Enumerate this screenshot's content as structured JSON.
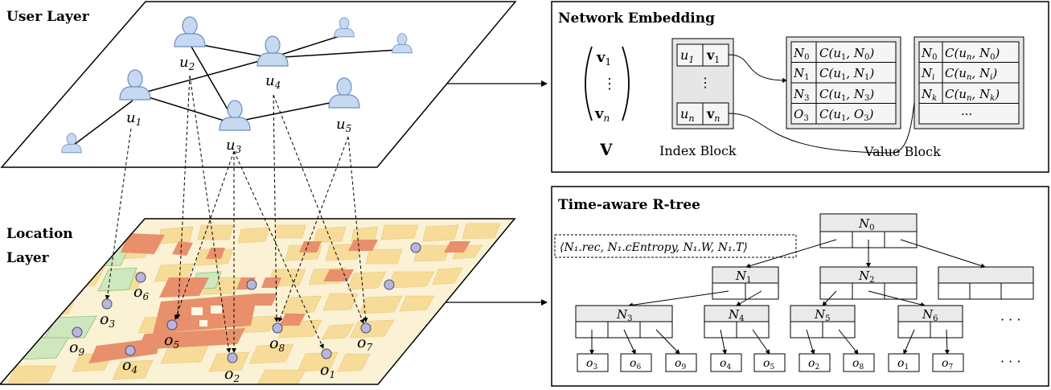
{
  "labels": {
    "user_layer": "User Layer",
    "location_layer_line1": "Location",
    "location_layer_line2": "Layer",
    "network_embedding": "Network Embedding",
    "time_aware_rtree": "Time-aware R-tree",
    "index_block": "Index Block",
    "value_block": "Value Block",
    "matrix_name": "V"
  },
  "users": [
    {
      "id": "u1",
      "sub": "1"
    },
    {
      "id": "u2",
      "sub": "2"
    },
    {
      "id": "u3",
      "sub": "3"
    },
    {
      "id": "u4",
      "sub": "4"
    },
    {
      "id": "u5",
      "sub": "5"
    }
  ],
  "locations": [
    {
      "id": "o1",
      "sub": "1"
    },
    {
      "id": "o2",
      "sub": "2"
    },
    {
      "id": "o3",
      "sub": "3"
    },
    {
      "id": "o4",
      "sub": "4"
    },
    {
      "id": "o5",
      "sub": "5"
    },
    {
      "id": "o6",
      "sub": "6"
    },
    {
      "id": "o7",
      "sub": "7"
    },
    {
      "id": "o8",
      "sub": "8"
    },
    {
      "id": "o9",
      "sub": "9"
    }
  ],
  "matrix": {
    "top": "v",
    "top_sub": "1",
    "dots": "⋮",
    "bottom": "v",
    "bottom_sub": "n"
  },
  "index_block": {
    "rows": [
      {
        "u": "u",
        "u_sub": "1",
        "v": "v",
        "v_sub": "1"
      },
      {
        "u": "u",
        "u_sub": "n",
        "v": "v",
        "v_sub": "n"
      }
    ],
    "dots": "⋮"
  },
  "value_block_1": [
    {
      "node": "N",
      "node_sub": "0",
      "cost": "C(u",
      "cost_u": "1",
      "cost_n": "N",
      "cost_sub": "0"
    },
    {
      "node": "N",
      "node_sub": "1",
      "cost": "C(u",
      "cost_u": "1",
      "cost_n": "N",
      "cost_sub": "1"
    },
    {
      "node": "N",
      "node_sub": "3",
      "cost": "C(u",
      "cost_u": "1",
      "cost_n": "N",
      "cost_sub": "3"
    },
    {
      "node": "O",
      "node_sub": "3",
      "cost": "C(u",
      "cost_u": "1",
      "cost_n": "O",
      "cost_sub": "3"
    }
  ],
  "value_block_2": [
    {
      "node": "N",
      "node_sub": "0",
      "cost": "C(u",
      "cost_u": "n",
      "cost_n": "N",
      "cost_sub": "0"
    },
    {
      "node": "N",
      "node_sub": "i",
      "cost": "C(u",
      "cost_u": "n",
      "cost_n": "N",
      "cost_sub": "i"
    },
    {
      "node": "N",
      "node_sub": "k",
      "cost": "C(u",
      "cost_u": "n",
      "cost_n": "N",
      "cost_sub": "k"
    }
  ],
  "value_block_2_dots": "···",
  "entry_tuple": "⟨N₁.rec, N₁.cEntropy, N₁.W, N₁.T⟩",
  "rtree": {
    "root": {
      "name": "N",
      "sub": "0"
    },
    "level1": [
      {
        "name": "N",
        "sub": "1"
      },
      {
        "name": "N",
        "sub": "2"
      },
      {
        "name": "",
        "sub": ""
      }
    ],
    "level2": [
      {
        "name": "N",
        "sub": "3",
        "leaves": [
          {
            "o": "o",
            "s": "3"
          },
          {
            "o": "o",
            "s": "6"
          },
          {
            "o": "o",
            "s": "9"
          }
        ]
      },
      {
        "name": "N",
        "sub": "4",
        "leaves": [
          {
            "o": "o",
            "s": "4"
          },
          {
            "o": "o",
            "s": "5"
          }
        ]
      },
      {
        "name": "N",
        "sub": "5",
        "leaves": [
          {
            "o": "o",
            "s": "2"
          },
          {
            "o": "o",
            "s": "8"
          }
        ]
      },
      {
        "name": "N",
        "sub": "6",
        "leaves": [
          {
            "o": "o",
            "s": "1"
          },
          {
            "o": "o",
            "s": "7"
          }
        ]
      }
    ],
    "ellipsis": "· · ·"
  }
}
